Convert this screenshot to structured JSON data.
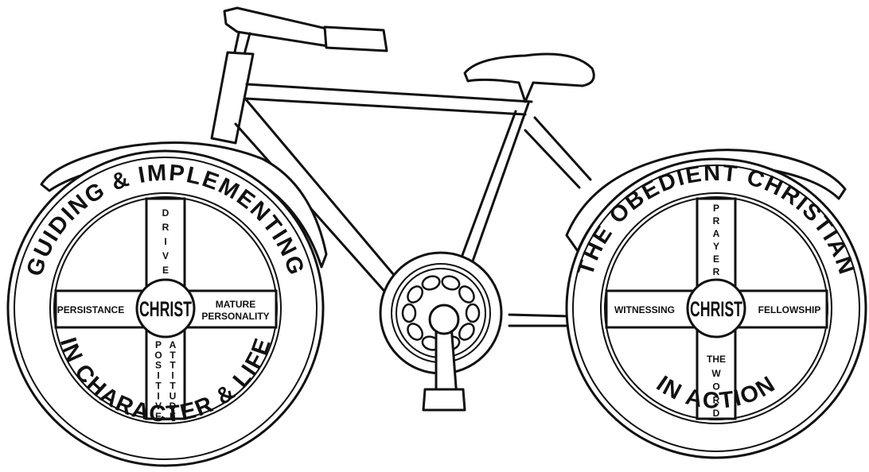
{
  "left_wheel": {
    "arc_top": "GUIDING & IMPLEMENTING",
    "arc_bottom": "IN CHARACTER & LIFE",
    "hub": "CHRIST",
    "spokes": {
      "top": "DRIVE",
      "left": "PERSISTANCE",
      "right_line1": "MATURE",
      "right_line2": "PERSONALITY",
      "bottom_a": "POSITIVE",
      "bottom_b": "ATTITUDE"
    }
  },
  "right_wheel": {
    "arc_top": "THE OBEDIENT CHRISTIAN",
    "arc_bottom": "IN ACTION",
    "hub": "CHRIST",
    "spokes": {
      "top": "PRAYER",
      "left": "WITNESSING",
      "right": "FELLOWSHIP",
      "bottom_line1": "THE",
      "bottom_line2": "WORD"
    }
  },
  "colors": {
    "ink": "#111111",
    "paper": "#ffffff"
  }
}
